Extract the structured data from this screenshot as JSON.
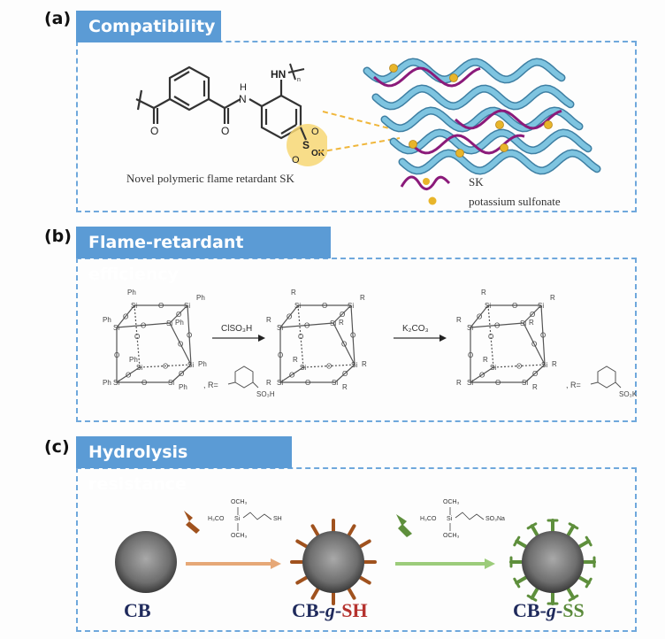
{
  "panels": [
    {
      "id": "a",
      "label": "(a)",
      "title": "Compatibility",
      "caption": "Novel polymeric flame retardant SK",
      "structure_groups": [
        "HN",
        "n",
        "H",
        "N",
        "O",
        "O",
        "S",
        "O",
        "O",
        "OK"
      ],
      "legend": [
        {
          "label": "SK",
          "icon": "sk-chain-icon"
        },
        {
          "label": "potassium sulfonate",
          "icon": "potassium-sulfonate-dot-icon"
        }
      ]
    },
    {
      "id": "b",
      "label": "(b)",
      "title": "Flame-retardant efficiency",
      "reaction_steps": [
        {
          "reagent": "ClSO3H",
          "reagent_display": "ClSO₃H"
        },
        {
          "reagent": "K2CO3",
          "reagent_display": "K₂CO₃"
        }
      ],
      "substituent_start": "Ph",
      "r_group_1": {
        "prefix": ", R=",
        "group": "SO₃H"
      },
      "r_group_2": {
        "prefix": ", R=",
        "group": "SO₃K"
      }
    },
    {
      "id": "c",
      "label": "(c)",
      "title": "Hydrolysis resistance",
      "reagent_1": {
        "left": "H₃CO",
        "top": "OCH₃",
        "bottom": "OCH₃",
        "center": "Si",
        "end": "SH"
      },
      "reagent_2": {
        "left": "H₃CO",
        "top": "OCH₃",
        "bottom": "OCH₃",
        "center": "Si",
        "end": "SO₃Na"
      },
      "particles": [
        {
          "name": "CB",
          "parts": [
            {
              "text": "CB",
              "color": "#1f2a5c"
            }
          ]
        },
        {
          "name": "CB-g-SH",
          "parts": [
            {
              "text": "CB-",
              "color": "#1f2a5c"
            },
            {
              "text": "g",
              "color": "#1f2a5c",
              "italic": true
            },
            {
              "text": "-",
              "color": "#1f2a5c"
            },
            {
              "text": "SH",
              "color": "#b5322e"
            }
          ]
        },
        {
          "name": "CB-g-SS",
          "parts": [
            {
              "text": "CB-",
              "color": "#1f2a5c"
            },
            {
              "text": "g",
              "color": "#1f2a5c",
              "italic": true
            },
            {
              "text": "-",
              "color": "#1f2a5c"
            },
            {
              "text": "SS",
              "color": "#5a8a3a"
            }
          ]
        }
      ]
    }
  ],
  "colors": {
    "tab_bg": "#5b9bd5",
    "frame_dash": "#6fa8dc",
    "fiber": "#7ec4e0",
    "sk_chain": "#8b1a7a",
    "sulfonate": "#e8b52a",
    "highlight": "#f7d774",
    "spike_sh": "#a0521e",
    "spike_ss": "#5e8f3c",
    "arrow_1": "#e6a877",
    "arrow_2": "#9ccc7a"
  }
}
